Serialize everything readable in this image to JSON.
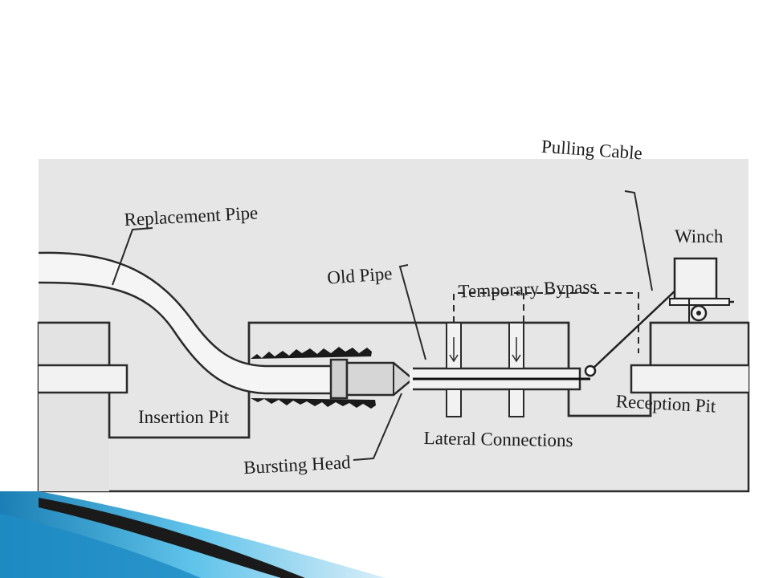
{
  "labels": {
    "replacement_pipe": "Replacement Pipe",
    "old_pipe": "Old Pipe",
    "temporary_bypass": "Temporary Bypass",
    "pulling_cable": "Pulling Cable",
    "winch": "Winch",
    "insertion_pit": "Insertion Pit",
    "bursting_head": "Bursting Head",
    "lateral_connections": "Lateral Connections",
    "reception_pit": "Reception Pit"
  },
  "colors": {
    "ground": "#e6e6e6",
    "pipe_fill": "#f2f2f2",
    "line": "#2a2a2a",
    "accent_blue": "#2b9fd6",
    "accent_dark": "#1a1a1a"
  }
}
